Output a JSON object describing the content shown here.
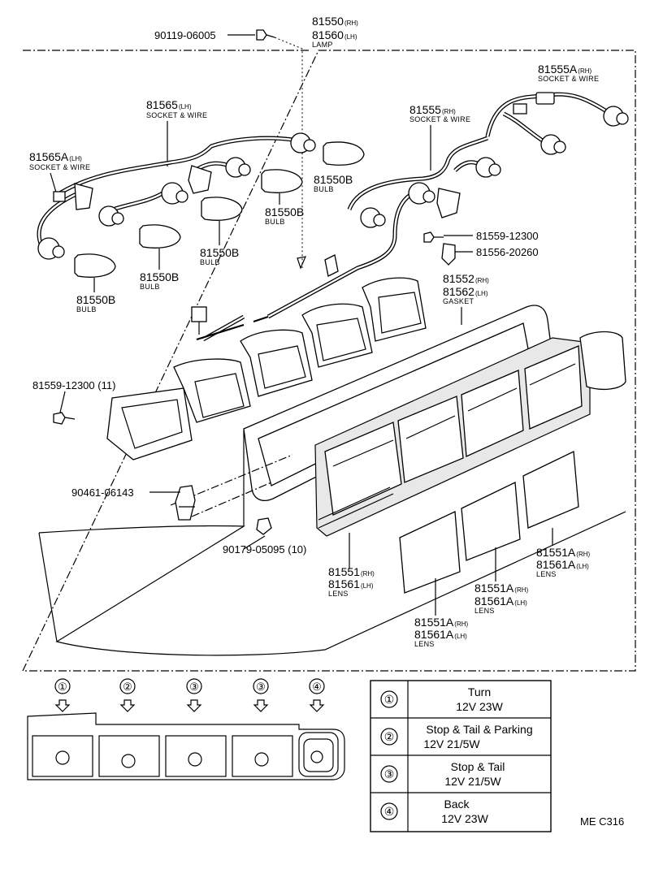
{
  "labels": {
    "screw_top": "90119-06005",
    "lamp_rh": "81550",
    "lamp_rh_side": "(RH)",
    "lamp_lh": "81560",
    "lamp_lh_side": "(LH)",
    "lamp_cap": "LAMP",
    "socket_right_num": "81555A",
    "socket_right_side": "(RH)",
    "socket_right_cap": "SOCKET & WIRE",
    "socket_mid_lh_num": "81565",
    "socket_mid_lh_side": "(LH)",
    "socket_mid_lh_cap": "SOCKET & WIRE",
    "socket_mid_rh_num": "81555",
    "socket_mid_rh_side": "(RH)",
    "socket_mid_rh_cap": "SOCKET & WIRE",
    "socket_left_num": "81565A",
    "socket_left_side": "(LH)",
    "socket_left_cap": "SOCKET & WIRE",
    "bulb_num": "81550B",
    "bulb_cap": "BULB",
    "screw_right": "81559-12300",
    "bracket_right": "81556-20260",
    "gasket_rh_num": "81552",
    "gasket_rh_side": "(RH)",
    "gasket_lh_num": "81562",
    "gasket_lh_side": "(LH)",
    "gasket_cap": "GASKET",
    "screw_left": "81559-12300 (11)",
    "clip": "90461-06143",
    "nut": "90179-05095 (10)",
    "lens_rh_num": "81551",
    "lens_rh_side": "(RH)",
    "lens_lh_num": "81561",
    "lens_lh_side": "(LH)",
    "lens_cap": "LENS",
    "lensA_rh_num": "81551A",
    "lensA_rh_side": "(RH)",
    "lensA_lh_num": "81561A",
    "lensA_lh_side": "(LH)",
    "lensA_cap": "LENS",
    "drawing_code": "ME C316"
  },
  "position_refs": [
    "①",
    "②",
    "③",
    "③",
    "④"
  ],
  "bulb_table": [
    {
      "ref": "①",
      "function": "Turn",
      "spec": "12V 23W"
    },
    {
      "ref": "②",
      "function": "Stop & Tail & Parking",
      "spec": "12V 21/5W"
    },
    {
      "ref": "③",
      "function": "Stop & Tail",
      "spec": "12V 21/5W"
    },
    {
      "ref": "④",
      "function": "Back",
      "spec": "12V 23W"
    }
  ]
}
